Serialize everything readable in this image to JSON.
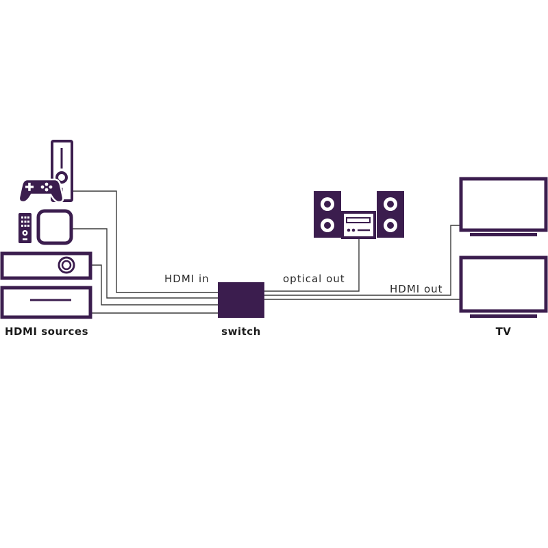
{
  "colors": {
    "accent": "#3b1d4e",
    "wire": "#3a3a3a",
    "background": "#ffffff"
  },
  "labels": {
    "hdmi_in": "HDMI in",
    "optical_out": "optical out",
    "hdmi_out": "HDMI out"
  },
  "captions": {
    "sources": "HDMI sources",
    "switch": "switch",
    "tv": "TV"
  },
  "devices": {
    "sources": [
      "game-console-icon",
      "gamepad-icon",
      "remote-icon",
      "streaming-box-icon",
      "av-receiver-icon",
      "dvd-player-icon"
    ],
    "hub": "switch-box",
    "audio": "stereo-system-icon",
    "displays": [
      "tv-icon",
      "tv-icon"
    ]
  }
}
